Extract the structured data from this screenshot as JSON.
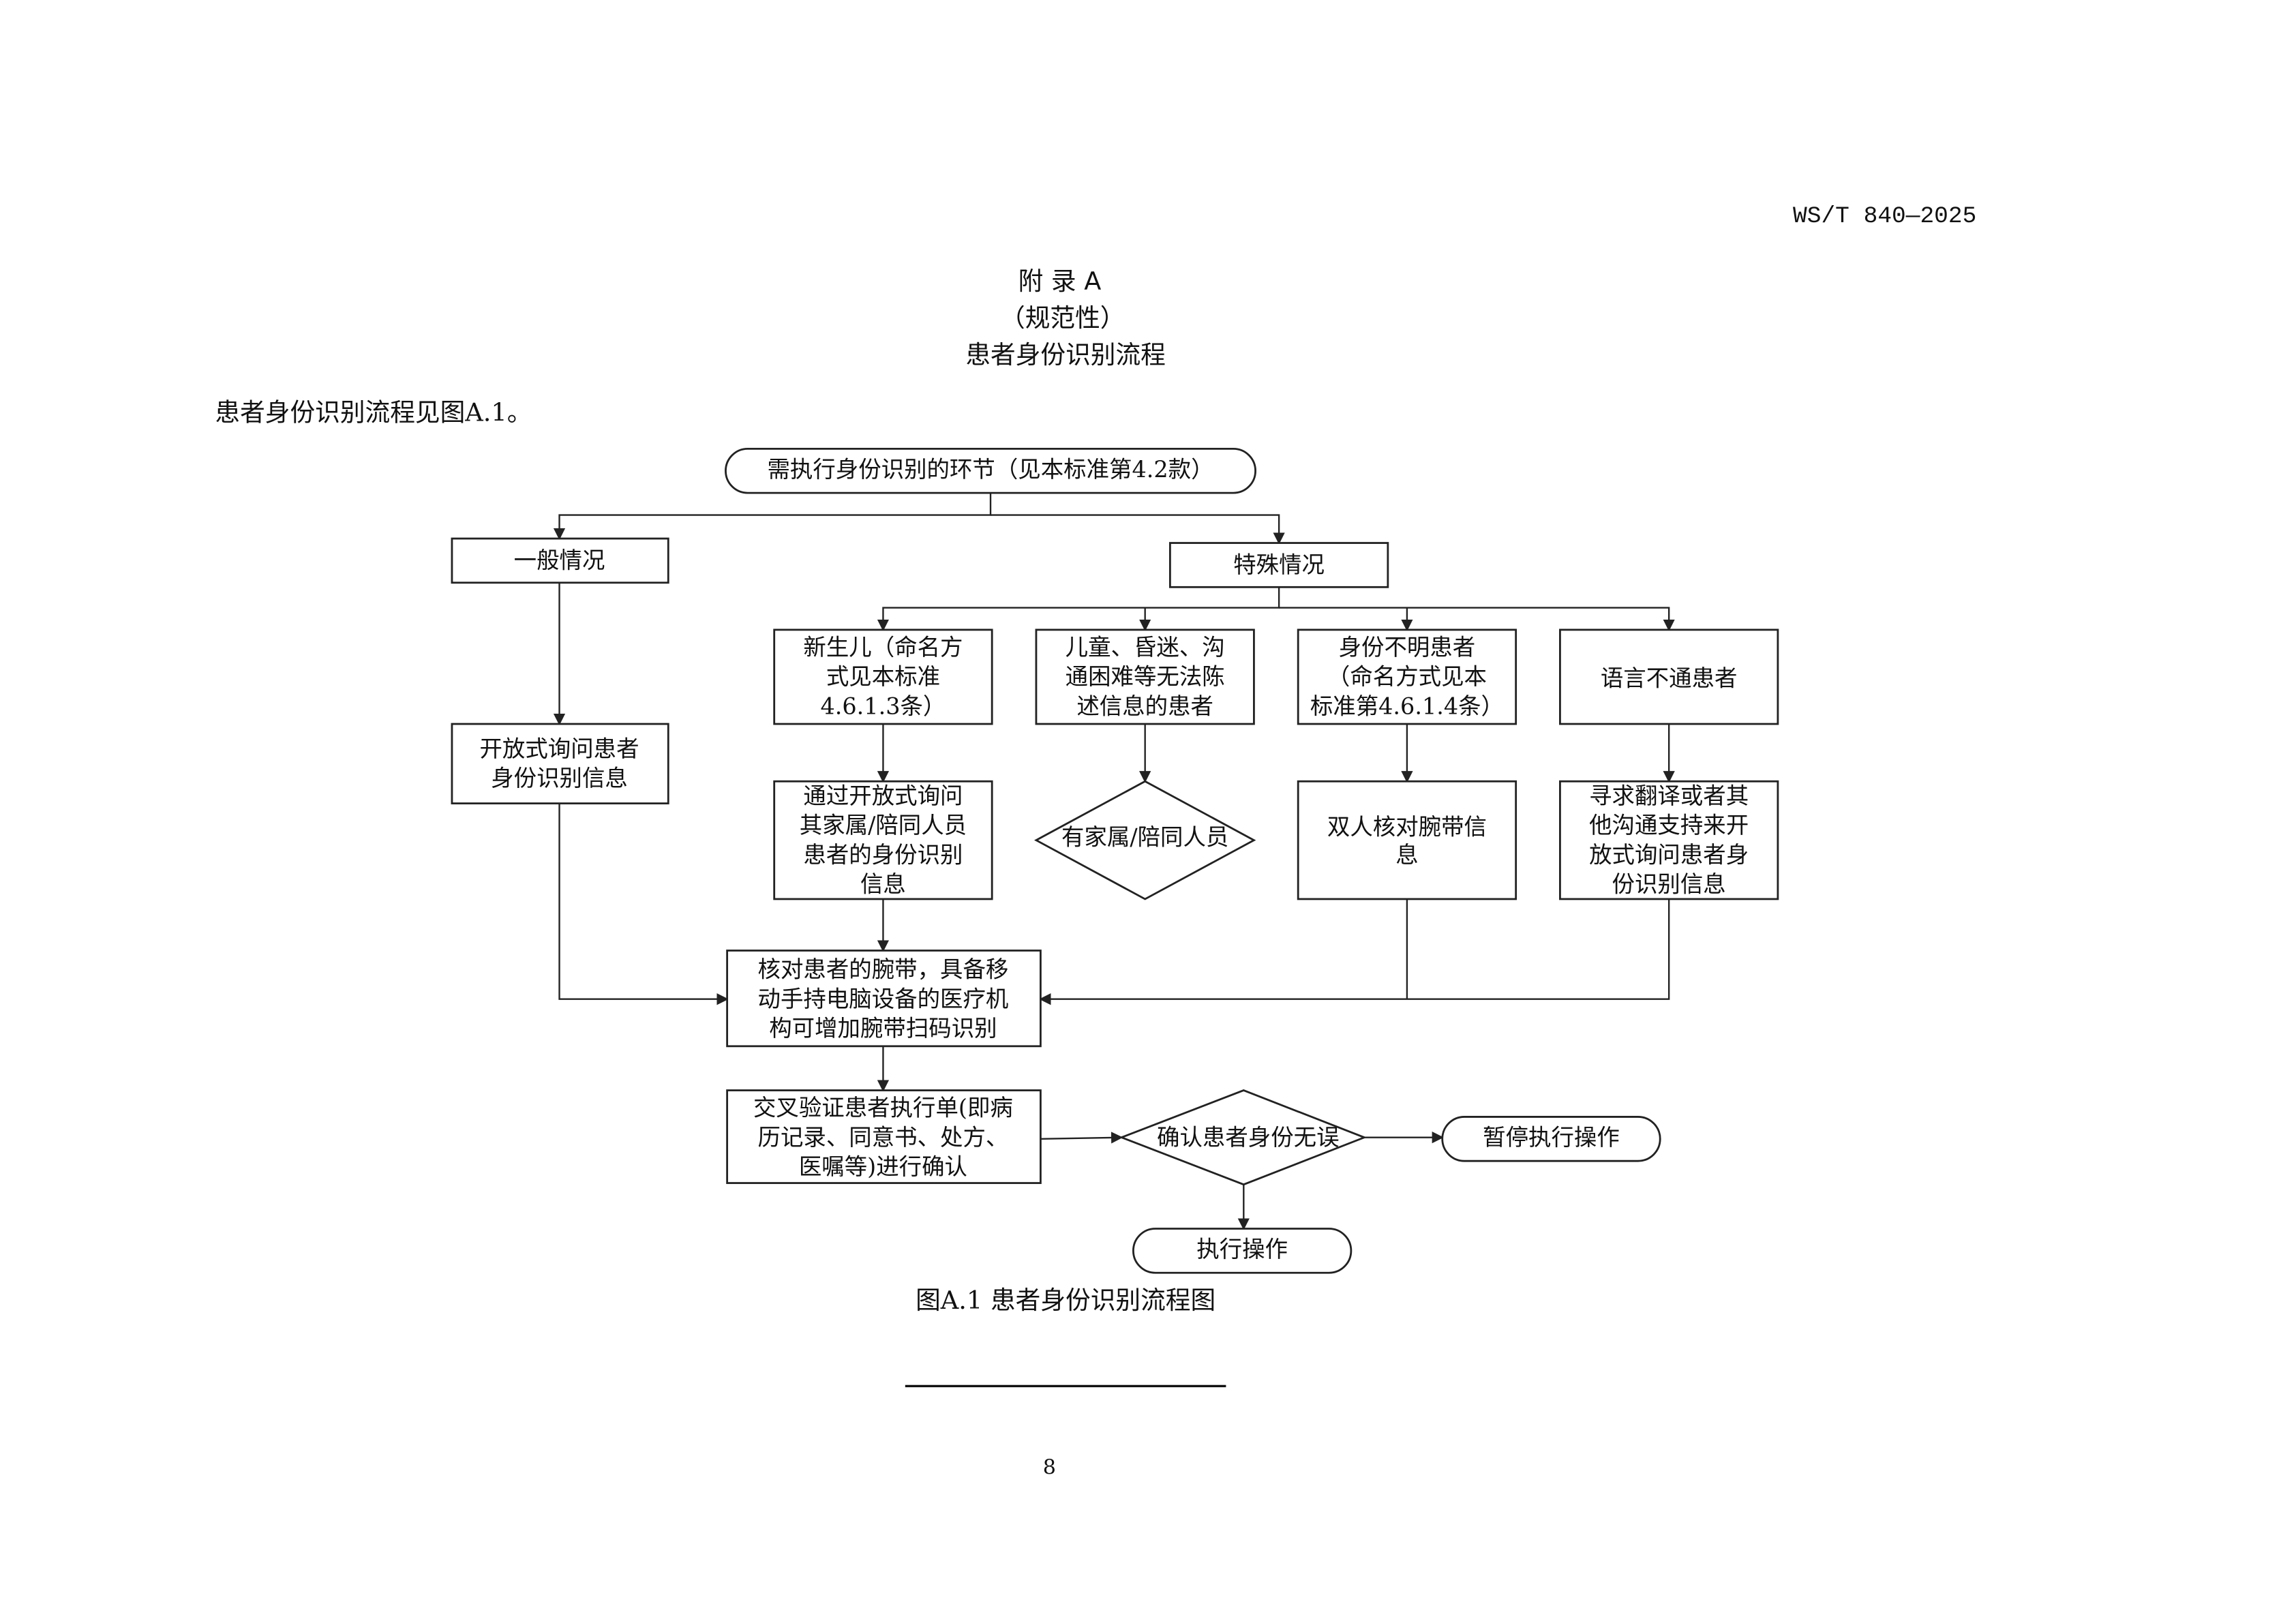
{
  "header": {
    "standard_code": "WS/T 840—2025"
  },
  "appendix": {
    "label": "附 录  A",
    "nature": "（规范性）",
    "title": "患者身份识别流程"
  },
  "intro": "患者身份识别流程见图A.1。",
  "flowchart": {
    "start": "需执行身份识别的环节（见本标准第4.2款）",
    "general": "一般情况",
    "special": "特殊情况",
    "general_step": [
      "开放式询问患者",
      "身份识别信息"
    ],
    "cases": [
      {
        "lines": [
          "新生儿（命名方",
          "式见本标准",
          "4.6.1.3条）"
        ],
        "next": [
          "通过开放式询问",
          "其家属/陪同人员",
          "患者的身份识别",
          "信息"
        ]
      },
      {
        "lines": [
          "儿童、昏迷、沟",
          "通困难等无法陈",
          "述信息的患者"
        ],
        "next": [
          "有家属/陪同人员"
        ]
      },
      {
        "lines": [
          "身份不明患者",
          "（命名方式见本",
          "标准第4.6.1.4条）"
        ],
        "next": [
          "双人核对腕带信",
          "息"
        ]
      },
      {
        "lines": [
          "语言不通患者"
        ],
        "next": [
          "寻求翻译或者其",
          "他沟通支持来开",
          "放式询问患者身",
          "份识别信息"
        ]
      }
    ],
    "verify_wristband": [
      "核对患者的腕带，具备移",
      "动手持电脑设备的医疗机",
      "构可增加腕带扫码识别"
    ],
    "cross_check": [
      "交叉验证患者执行单(即病",
      "历记录、同意书、处方、",
      "医嘱等)进行确认"
    ],
    "confirm": "确认患者身份无误",
    "pause": "暂停执行操作",
    "execute": "执行操作"
  },
  "caption": "图A.1  患者身份识别流程图",
  "page_number": "8"
}
